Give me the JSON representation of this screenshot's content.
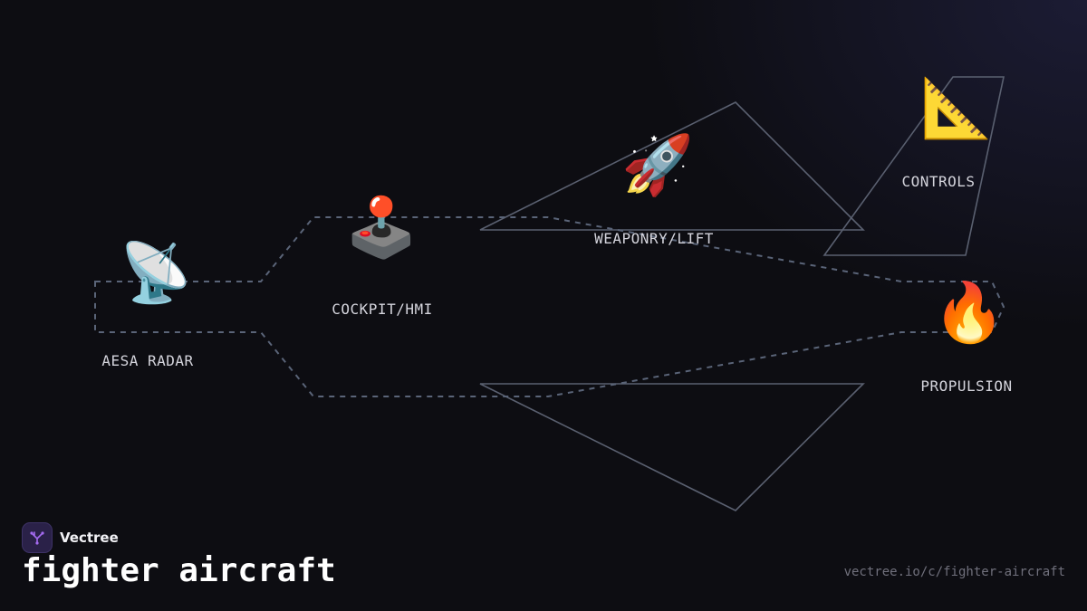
{
  "brand": {
    "name": "Vectree",
    "logo_icon": "tree-logo-icon",
    "logo_color": "#a46bf0"
  },
  "title": "fighter aircraft",
  "url": "vectree.io/c/fighter-aircraft",
  "nodes": [
    {
      "id": "aesa-radar",
      "label": "AESA RADAR",
      "icon": "📡",
      "icon_name": "satellite-dish-icon"
    },
    {
      "id": "cockpit-hmi",
      "label": "COCKPIT/HMI",
      "icon": "🕹️",
      "icon_name": "joystick-icon"
    },
    {
      "id": "weaponry-lift",
      "label": "WEAPONRY/LIFT",
      "icon": "🚀",
      "icon_name": "rocket-icon"
    },
    {
      "id": "controls",
      "label": "CONTROLS",
      "icon": "📐",
      "icon_name": "triangular-ruler-icon"
    },
    {
      "id": "propulsion",
      "label": "PROPULSION",
      "icon": "🔥",
      "icon_name": "fire-icon"
    }
  ],
  "colors": {
    "background": "#0d0d12",
    "outline": "#5a6070",
    "dashed": "#5a6478",
    "label": "#d4d4dc"
  }
}
